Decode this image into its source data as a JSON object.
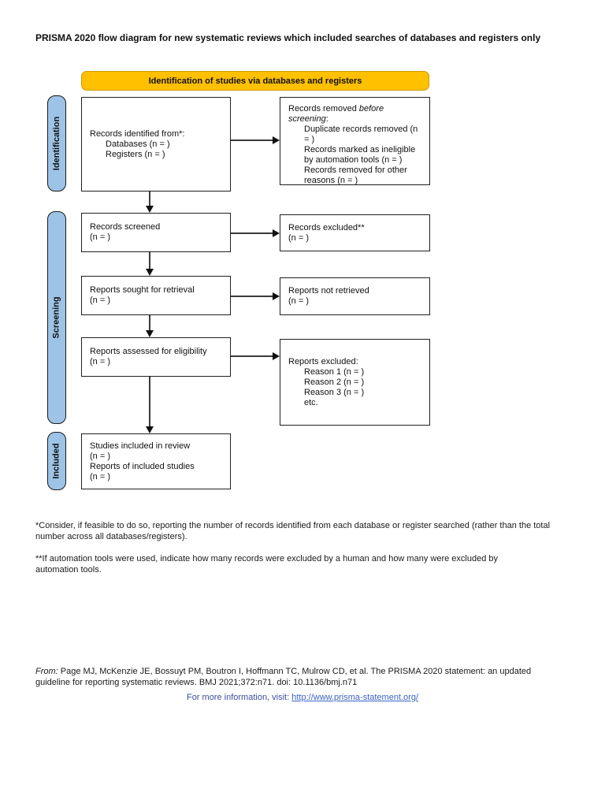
{
  "page": {
    "title": "PRISMA 2020 flow diagram for new systematic reviews which included searches of databases and registers only"
  },
  "colors": {
    "banner_bg": "#FFC000",
    "sidebar_bg": "#9DC3E6",
    "box_border": "#1f1f1f",
    "info_text": "#3B4EA2",
    "link": "#3C63C6"
  },
  "banner": {
    "label": "Identification of studies via databases and registers"
  },
  "sidebar": {
    "identification": "Identification",
    "screening": "Screening",
    "included": "Included"
  },
  "boxes": {
    "records_identified": {
      "line1": "Records identified from*:",
      "items": [
        "Databases (n = )",
        "Registers (n = )"
      ]
    },
    "records_removed": {
      "lead": "Records removed ",
      "italic1": "before",
      "italic2": "screening",
      "suffix": ":",
      "items": [
        "Duplicate records removed (n = )",
        "Records marked as ineligible by automation tools (n = )",
        "Records removed for other reasons (n = )"
      ]
    },
    "records_screened": {
      "lines": [
        "Records screened",
        "(n = )"
      ]
    },
    "records_excluded": {
      "lines": [
        "Records excluded**",
        "(n = )"
      ]
    },
    "reports_sought": {
      "lines": [
        "Reports sought for retrieval",
        "(n = )"
      ]
    },
    "reports_not_retrieved": {
      "lines": [
        "Reports not retrieved",
        "(n = )"
      ]
    },
    "reports_assessed": {
      "lines": [
        "Reports assessed for eligibility",
        "(n = )"
      ]
    },
    "reports_excluded": {
      "title": "Reports excluded:",
      "items": [
        "Reason 1 (n = )",
        "Reason 2 (n = )",
        "Reason 3 (n = )",
        "etc."
      ]
    },
    "studies_included": {
      "lines": [
        "Studies included in review",
        "(n = )",
        "Reports of included studies",
        "(n = )"
      ]
    }
  },
  "footnotes": [
    "*Consider, if feasible to do so, reporting the number of records identified from each database or register searched (rather than the total number across all databases/registers).",
    "**If automation tools were used, indicate how many records were excluded by a human and how many were excluded by automation tools."
  ],
  "citation": {
    "from_label": "From: ",
    "text": " Page MJ, McKenzie JE, Bossuyt PM, Boutron I, Hoffmann TC, Mulrow CD, et al. The PRISMA 2020 statement: an updated guideline for reporting systematic reviews. BMJ 2021;372:n71. doi: 10.1136/bmj.n71"
  },
  "info": {
    "prefix": "For more information, visit: ",
    "link_text": "http://www.prisma-statement.org/"
  }
}
